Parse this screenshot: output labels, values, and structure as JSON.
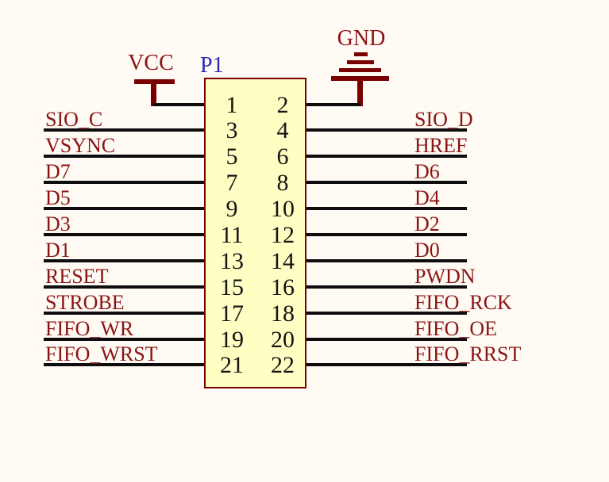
{
  "component": {
    "designator": "P1"
  },
  "power": {
    "vcc": "VCC",
    "gnd": "GND"
  },
  "rows": [
    {
      "left_pin": "1",
      "right_pin": "2",
      "left_net": "",
      "right_net": ""
    },
    {
      "left_pin": "3",
      "right_pin": "4",
      "left_net": "SIO_C",
      "right_net": "SIO_D"
    },
    {
      "left_pin": "5",
      "right_pin": "6",
      "left_net": "VSYNC",
      "right_net": "HREF"
    },
    {
      "left_pin": "7",
      "right_pin": "8",
      "left_net": "D7",
      "right_net": "D6"
    },
    {
      "left_pin": "9",
      "right_pin": "10",
      "left_net": "D5",
      "right_net": "D4"
    },
    {
      "left_pin": "11",
      "right_pin": "12",
      "left_net": "D3",
      "right_net": "D2"
    },
    {
      "left_pin": "13",
      "right_pin": "14",
      "left_net": "D1",
      "right_net": "D0"
    },
    {
      "left_pin": "15",
      "right_pin": "16",
      "left_net": "RESET",
      "right_net": "PWDN"
    },
    {
      "left_pin": "17",
      "right_pin": "18",
      "left_net": "STROBE",
      "right_net": "FIFO_RCK"
    },
    {
      "left_pin": "19",
      "right_pin": "20",
      "left_net": "FIFO_WR",
      "right_net": "FIFO_OE"
    },
    {
      "left_pin": "21",
      "right_pin": "22",
      "left_net": "FIFO_WRST",
      "right_net": "FIFO_RRST"
    }
  ],
  "colors": {
    "background": "#FFFBF4",
    "net_text": "#8B1313",
    "symbol": "#7A0000",
    "designator_text": "#2929B8",
    "component_fill": "#FFFFC4",
    "component_border": "#7A0000",
    "wire": "#0D0D0D",
    "pin_number_text": "#141414"
  }
}
